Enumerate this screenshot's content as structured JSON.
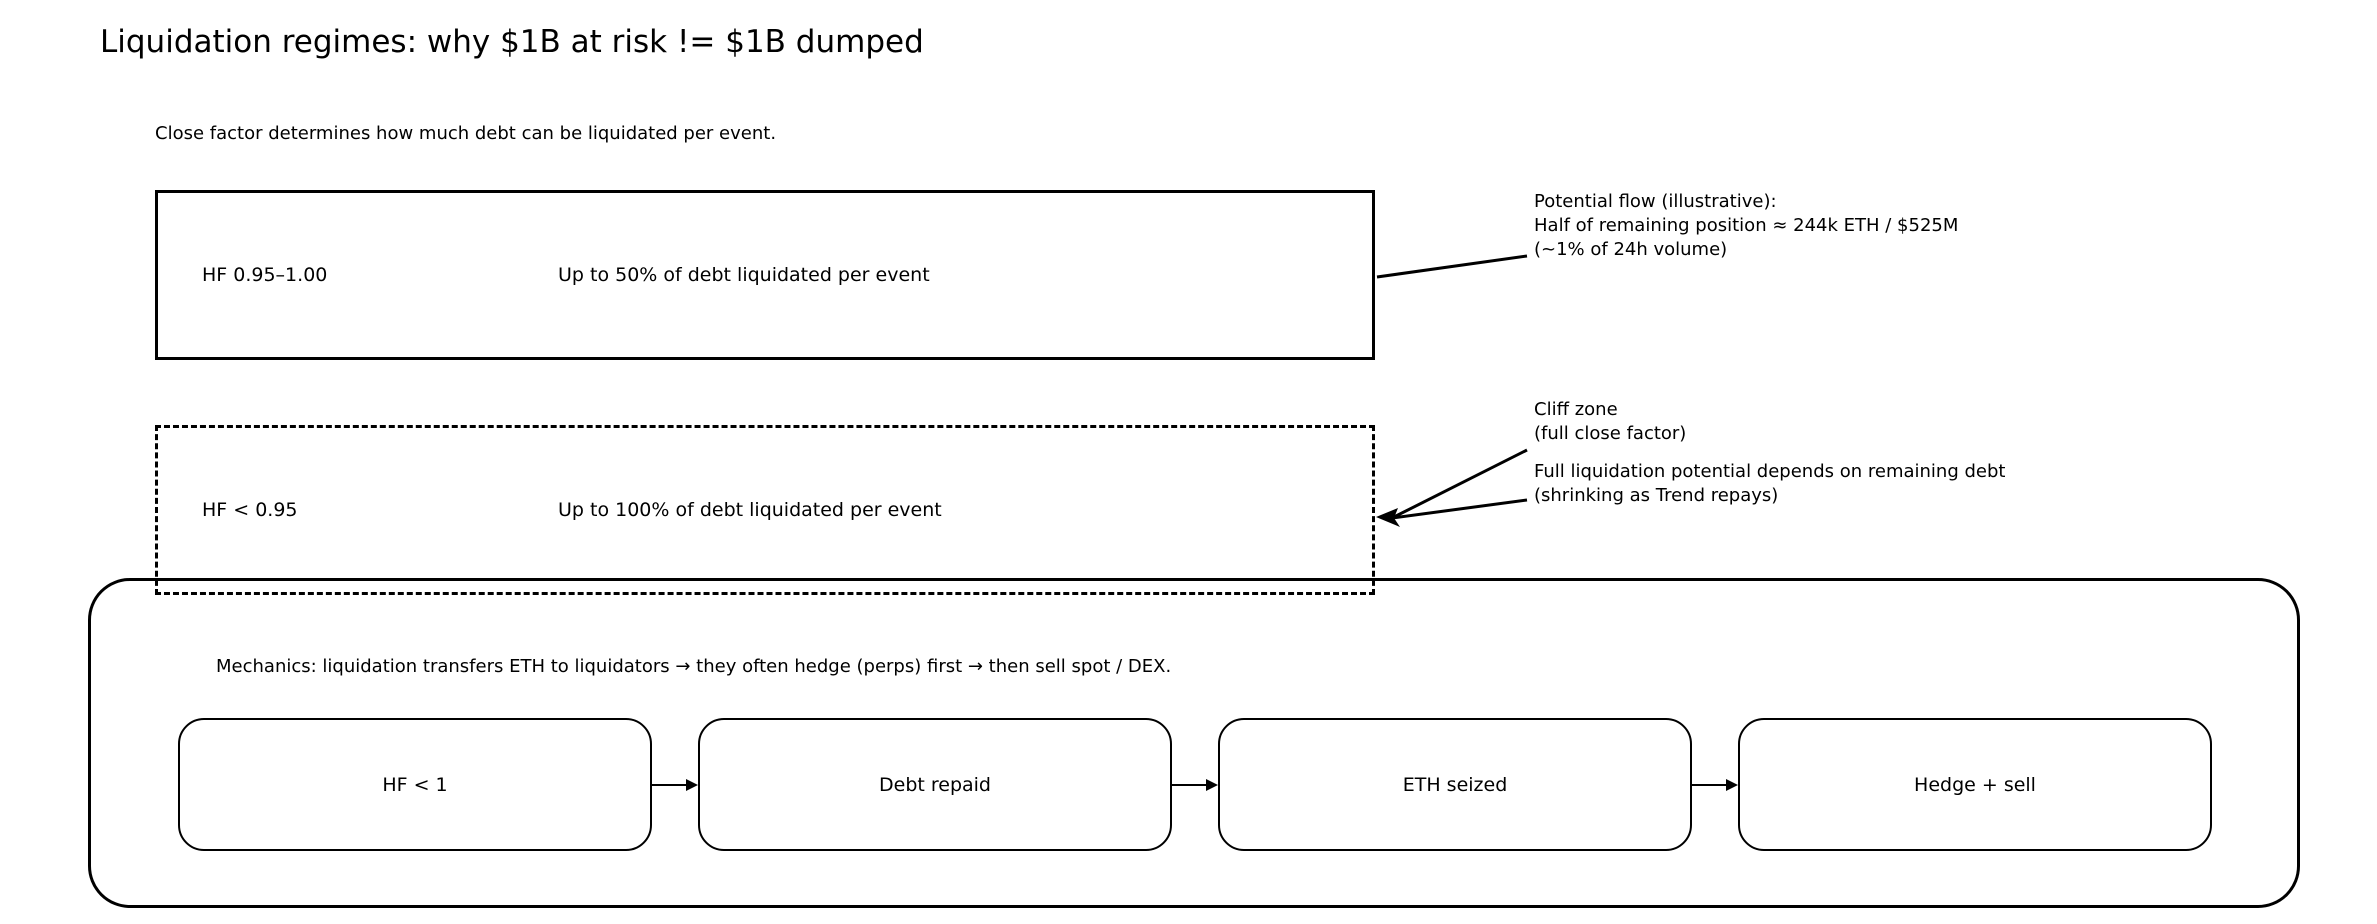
{
  "page": {
    "title": "Liquidation regimes: why $1B at risk != $1B dumped",
    "subtitle": "Close factor determines how much debt can be liquidated per event."
  },
  "regimes": [
    {
      "id": "regime-upper",
      "border_style": "solid",
      "hf_label": "HF 0.95–1.00",
      "rule_label": "Up to 50% of debt liquidated per event"
    },
    {
      "id": "regime-cliff",
      "border_style": "dashed",
      "hf_label": "HF < 0.95",
      "rule_label": "Up to 100% of debt liquidated per event"
    }
  ],
  "annotations": {
    "potential_flow": "Potential flow (illustrative):\nHalf of remaining position ≈ 244k ETH / $525M\n(~1% of 24h volume)",
    "cliff_zone": "Cliff zone\n(full close factor)",
    "full_liquidation": "Full liquidation potential depends on remaining debt\n(shrinking as Trend repays)"
  },
  "mechanics": {
    "note": "Mechanics: liquidation transfers ETH to liquidators → they often hedge (perps) first → then sell spot / DEX.",
    "steps": [
      {
        "label": "HF < 1"
      },
      {
        "label": "Debt repaid"
      },
      {
        "label": "ETH seized"
      },
      {
        "label": "Hedge + sell"
      }
    ]
  },
  "colors": {
    "background": "#ffffff",
    "stroke": "#000000",
    "text": "#000000"
  }
}
